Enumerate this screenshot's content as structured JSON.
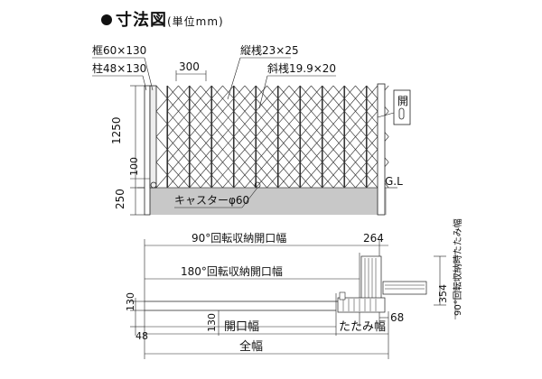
{
  "title": {
    "main": "寸法図",
    "unit": "(単位mm)"
  },
  "labels": {
    "frame": "框60×130",
    "post": "柱48×130",
    "width_300": "300",
    "vertical_bar": "縦桟23×25",
    "diagonal_bar": "斜桟19.9×20",
    "open": "開",
    "height_1250": "1250",
    "h_100": "100",
    "h_250": "250",
    "gl": "G.L",
    "caster": "キャスターφ60",
    "rot90": "90°回転収納開口幅",
    "rot180": "180°回転収納開口幅",
    "dim_264": "264",
    "dim_354": "354",
    "dim_68": "68",
    "dim_130a": "130",
    "dim_130b": "130",
    "dim_48": "48",
    "opening_width": "開口幅",
    "folded_width": "たたみ幅",
    "total_width": "全幅",
    "rot90_fold": "90°回転収納時たたみ幅"
  }
}
